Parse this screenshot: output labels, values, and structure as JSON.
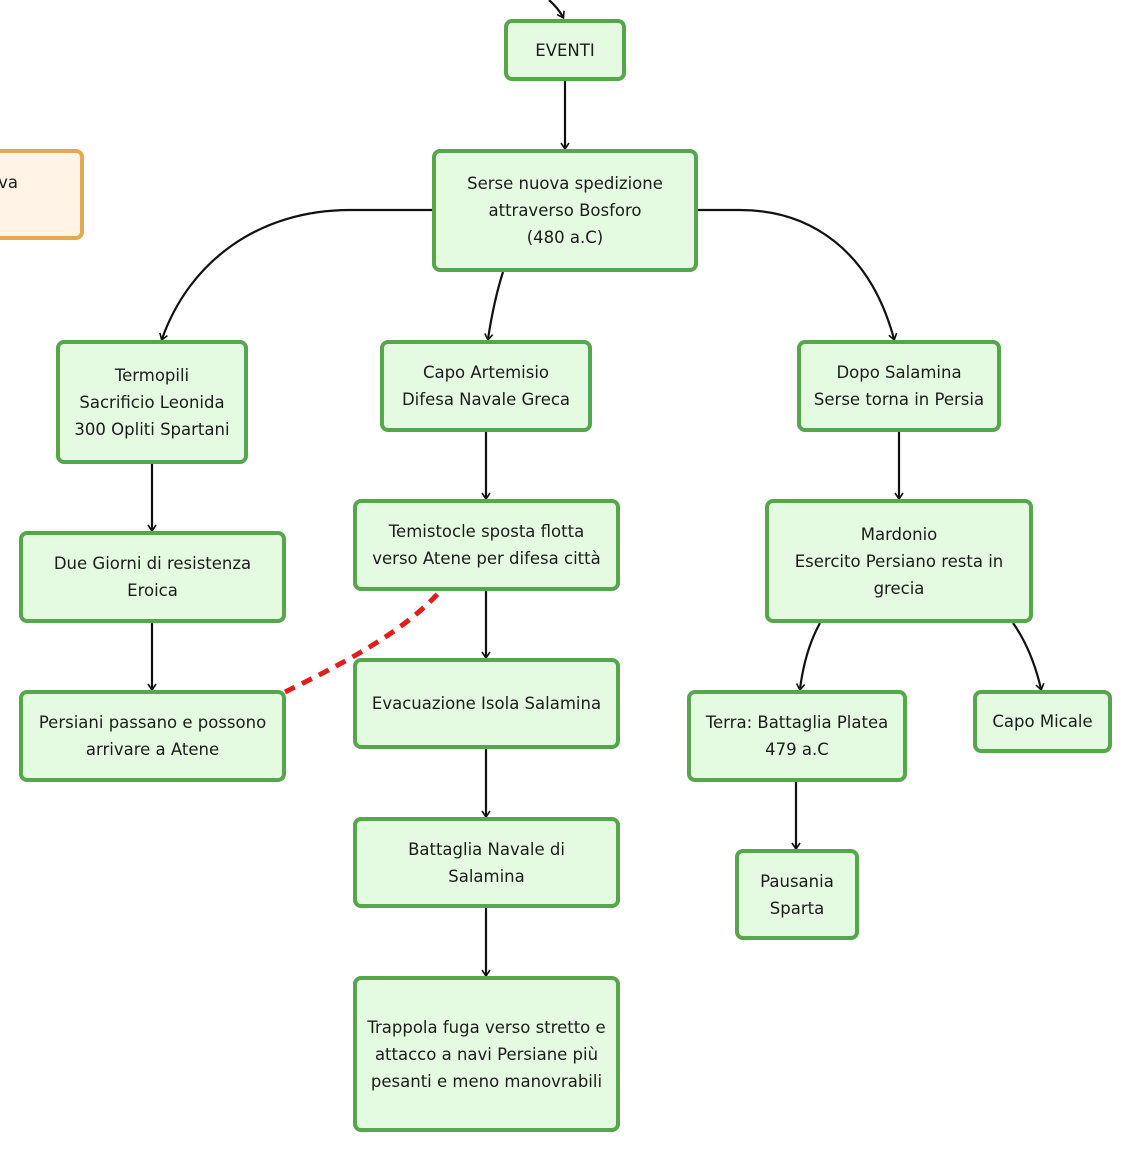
{
  "nodes": {
    "eventi": "EVENTI",
    "serse": "Serse nuova spedizione\nattraverso Bosforo\n(480 a.C)",
    "side_note": "ova",
    "termopili": "Termopili\nSacrificio Leonida\n300 Opliti Spartani",
    "capo_artemisio": "Capo Artemisio\nDifesa Navale Greca",
    "dopo_salamina": "Dopo Salamina\nSerse torna in Persia",
    "due_giorni": "Due Giorni di resistenza\nEroica",
    "temistocle": "Temistocle sposta flotta\nverso Atene per difesa città",
    "mardonio": "Mardonio\nEsercito Persiano  resta in\ngrecia",
    "persiani": "Persiani passano e possono\narrivare a Atene",
    "evacuazione": "Evacuazione Isola Salamina",
    "platea": "Terra: Battaglia Platea\n479 a.C",
    "capo_micale": "Capo Micale",
    "battaglia_navale": "Battaglia Navale di\nSalamina",
    "pausania": "Pausania\nSparta",
    "trappola": "Trappola fuga verso stretto e\nattacco a navi Persiane più\npesanti e meno manovrabili"
  },
  "colors": {
    "node_fill": "#e4fbe1",
    "node_border": "#56a64c",
    "side_fill": "#fff4e6",
    "side_border": "#e3a955",
    "connector": "#111111",
    "dashed_link": "#e01e1e"
  }
}
